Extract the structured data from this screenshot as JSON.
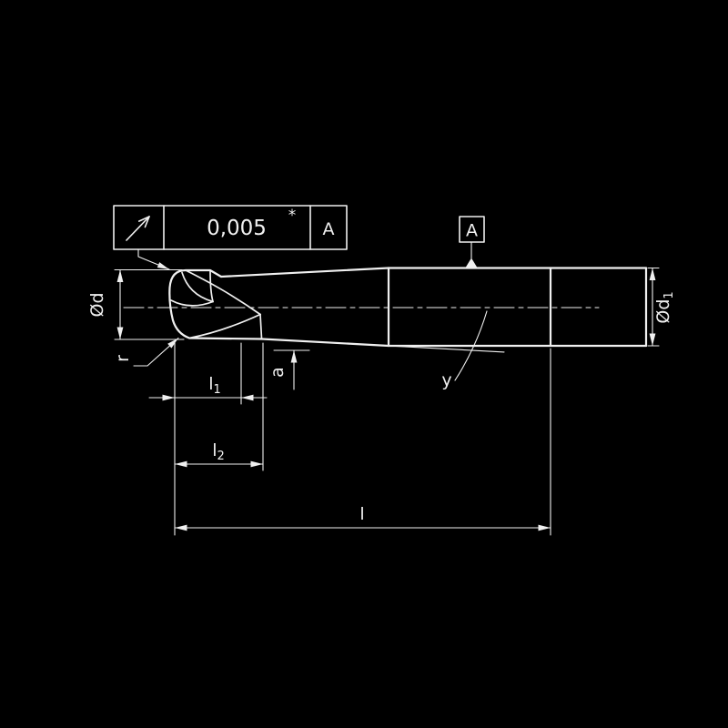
{
  "colors": {
    "background": "#000000",
    "ink": "#f0f0f0"
  },
  "tolerance_frame": {
    "symbol_icon": "circular-runout-arrow-icon",
    "value": "0,005",
    "note_marker": "*",
    "datum_ref": "A"
  },
  "datum_flag": {
    "label": "A",
    "triangle_icon": "datum-triangle-icon"
  },
  "dimensions": {
    "head_diameter": "Ød",
    "shank_diameter_main": "Ød",
    "shank_diameter_sub": "1",
    "corner_radius": "r",
    "flute_length_main": "l",
    "flute_length_sub": "1",
    "neck_length_main": "l",
    "neck_length_sub": "2",
    "overall_length": "l",
    "tip_offset": "a",
    "taper_angle": "y"
  }
}
